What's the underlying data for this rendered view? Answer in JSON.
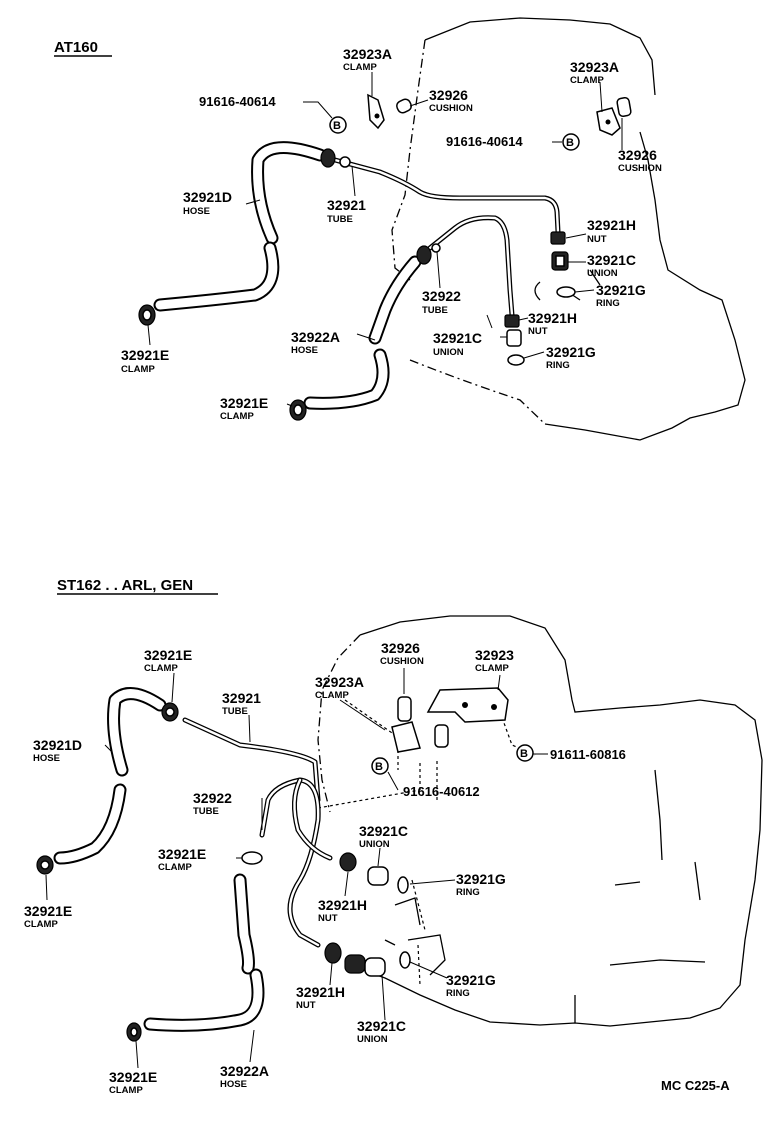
{
  "sections": [
    {
      "title": "AT160",
      "labels": [
        {
          "id": "a-32923a",
          "part": "32923A",
          "name": "CLAMP"
        },
        {
          "id": "a-32926",
          "part": "32926",
          "name": "CUSHION"
        },
        {
          "id": "a-91616-l",
          "part": "91616-40614",
          "name": ""
        },
        {
          "id": "a-32923a-r",
          "part": "32923A",
          "name": "CLAMP"
        },
        {
          "id": "a-91616-r",
          "part": "91616-40614",
          "name": ""
        },
        {
          "id": "a-32926-r",
          "part": "32926",
          "name": "CUSHION"
        },
        {
          "id": "a-32921d",
          "part": "32921D",
          "name": "HOSE"
        },
        {
          "id": "a-32921",
          "part": "32921",
          "name": "TUBE"
        },
        {
          "id": "a-32921h-1",
          "part": "32921H",
          "name": "NUT"
        },
        {
          "id": "a-32921c-1",
          "part": "32921C",
          "name": "UNION"
        },
        {
          "id": "a-32921g-1",
          "part": "32921G",
          "name": "RING"
        },
        {
          "id": "a-32922",
          "part": "32922",
          "name": "TUBE"
        },
        {
          "id": "a-32921h-2",
          "part": "32921H",
          "name": "NUT"
        },
        {
          "id": "a-32922a",
          "part": "32922A",
          "name": "HOSE"
        },
        {
          "id": "a-32921c-2",
          "part": "32921C",
          "name": "UNION"
        },
        {
          "id": "a-32921g-2",
          "part": "32921G",
          "name": "RING"
        },
        {
          "id": "a-32921e-1",
          "part": "32921E",
          "name": "CLAMP"
        },
        {
          "id": "a-32921e-2",
          "part": "32921E",
          "name": "CLAMP"
        }
      ]
    },
    {
      "title": "ST162 . . ARL, GEN",
      "labels": [
        {
          "id": "s-32921e-top",
          "part": "32921E",
          "name": "CLAMP"
        },
        {
          "id": "s-32926",
          "part": "32926",
          "name": "CUSHION"
        },
        {
          "id": "s-32923",
          "part": "32923",
          "name": "CLAMP"
        },
        {
          "id": "s-32923a",
          "part": "32923A",
          "name": "CLAMP"
        },
        {
          "id": "s-32921",
          "part": "32921",
          "name": "TUBE"
        },
        {
          "id": "s-32921d",
          "part": "32921D",
          "name": "HOSE"
        },
        {
          "id": "s-91611",
          "part": "91611-60816",
          "name": ""
        },
        {
          "id": "s-32922",
          "part": "32922",
          "name": "TUBE"
        },
        {
          "id": "s-91616",
          "part": "91616-40612",
          "name": ""
        },
        {
          "id": "s-32921c-1",
          "part": "32921C",
          "name": "UNION"
        },
        {
          "id": "s-32921e-mid",
          "part": "32921E",
          "name": "CLAMP"
        },
        {
          "id": "s-32921g-1",
          "part": "32921G",
          "name": "RING"
        },
        {
          "id": "s-32921h-1",
          "part": "32921H",
          "name": "NUT"
        },
        {
          "id": "s-32921e-left",
          "part": "32921E",
          "name": "CLAMP"
        },
        {
          "id": "s-32921g-2",
          "part": "32921G",
          "name": "RING"
        },
        {
          "id": "s-32921h-2",
          "part": "32921H",
          "name": "NUT"
        },
        {
          "id": "s-32921c-2",
          "part": "32921C",
          "name": "UNION"
        },
        {
          "id": "s-32921e-bot",
          "part": "32921E",
          "name": "CLAMP"
        },
        {
          "id": "s-32922a",
          "part": "32922A",
          "name": "HOSE"
        }
      ]
    }
  ],
  "footer_code": "MC C225-A"
}
